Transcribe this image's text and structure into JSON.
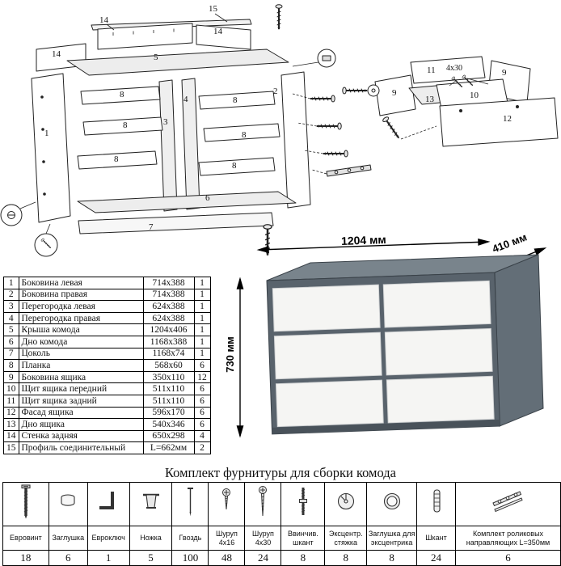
{
  "diagram": {
    "labels": [
      {
        "text": "15"
      },
      {
        "text": "14"
      },
      {
        "text": "14"
      },
      {
        "text": "14"
      },
      {
        "text": "5"
      },
      {
        "text": "1"
      },
      {
        "text": "8"
      },
      {
        "text": "8"
      },
      {
        "text": "8"
      },
      {
        "text": "8"
      },
      {
        "text": "8"
      },
      {
        "text": "8"
      },
      {
        "text": "3"
      },
      {
        "text": "4"
      },
      {
        "text": "2"
      },
      {
        "text": "6"
      },
      {
        "text": "7"
      },
      {
        "text": "11"
      },
      {
        "text": "4x30"
      },
      {
        "text": "9"
      },
      {
        "text": "9"
      },
      {
        "text": "13"
      },
      {
        "text": "10"
      },
      {
        "text": "12"
      }
    ]
  },
  "product": {
    "width_label": "1204 мм",
    "depth_label": "410 мм",
    "height_label": "730 мм"
  },
  "colors": {
    "carcass_front": "#59636c",
    "carcass_top": "#79848c",
    "carcass_side": "#636e77",
    "carcass_plinth": "#49525a",
    "drawer_front": "#f5f5f3"
  },
  "parts": {
    "rows": [
      {
        "num": "1",
        "name": "Боковина левая",
        "size": "714x388",
        "qty": "1"
      },
      {
        "num": "2",
        "name": "Боковина правая",
        "size": "714x388",
        "qty": "1"
      },
      {
        "num": "3",
        "name": "Перегородка левая",
        "size": "624x388",
        "qty": "1"
      },
      {
        "num": "4",
        "name": "Перегородка правая",
        "size": "624x388",
        "qty": "1"
      },
      {
        "num": "5",
        "name": "Крыша комода",
        "size": "1204x406",
        "qty": "1"
      },
      {
        "num": "6",
        "name": "Дно комода",
        "size": "1168x388",
        "qty": "1"
      },
      {
        "num": "7",
        "name": "Цоколь",
        "size": "1168x74",
        "qty": "1"
      },
      {
        "num": "8",
        "name": "Планка",
        "size": "568x60",
        "qty": "6"
      },
      {
        "num": "9",
        "name": "Боковина ящика",
        "size": "350x110",
        "qty": "12"
      },
      {
        "num": "10",
        "name": "Щит ящика передний",
        "size": "511x110",
        "qty": "6"
      },
      {
        "num": "11",
        "name": "Щит ящика задний",
        "size": "511x110",
        "qty": "6"
      },
      {
        "num": "12",
        "name": "Фасад ящика",
        "size": "596x170",
        "qty": "6"
      },
      {
        "num": "13",
        "name": "Дно ящика",
        "size": "540x346",
        "qty": "6"
      },
      {
        "num": "14",
        "name": "Стенка задняя",
        "size": "650x298",
        "qty": "4"
      },
      {
        "num": "15",
        "name": "Профиль соединительный",
        "size": "L=662мм",
        "qty": "2"
      }
    ]
  },
  "hardware": {
    "title": "Комплект фурнитуры для сборки комода",
    "items": [
      {
        "icon": "euro-screw-icon",
        "name": "Евровинт",
        "qty": "18"
      },
      {
        "icon": "cap-plug-icon",
        "name": "Заглушка",
        "qty": "6"
      },
      {
        "icon": "hex-key-icon",
        "name": "Евроключ",
        "qty": "1"
      },
      {
        "icon": "furniture-leg-icon",
        "name": "Ножка",
        "qty": "5"
      },
      {
        "icon": "nail-icon",
        "name": "Гвоздь",
        "qty": "100"
      },
      {
        "icon": "screw-4x16-icon",
        "name": "Шуруп 4x16",
        "qty": "48"
      },
      {
        "icon": "screw-4x30-icon",
        "name": "Шуруп 4x30",
        "qty": "24"
      },
      {
        "icon": "threaded-dowel-icon",
        "name": "Ввинчив. шкант",
        "qty": "8"
      },
      {
        "icon": "eccentric-cam-icon",
        "name": "Эксцентр. стяжка",
        "qty": "8"
      },
      {
        "icon": "eccentric-cap-icon",
        "name": "Заглушка для эксцентрика",
        "qty": "8"
      },
      {
        "icon": "wooden-dowel-icon",
        "name": "Шкант",
        "qty": "24"
      },
      {
        "icon": "roller-slides-icon",
        "name": "Комплект роликовых направляющих L=350мм",
        "qty": "6"
      }
    ]
  }
}
